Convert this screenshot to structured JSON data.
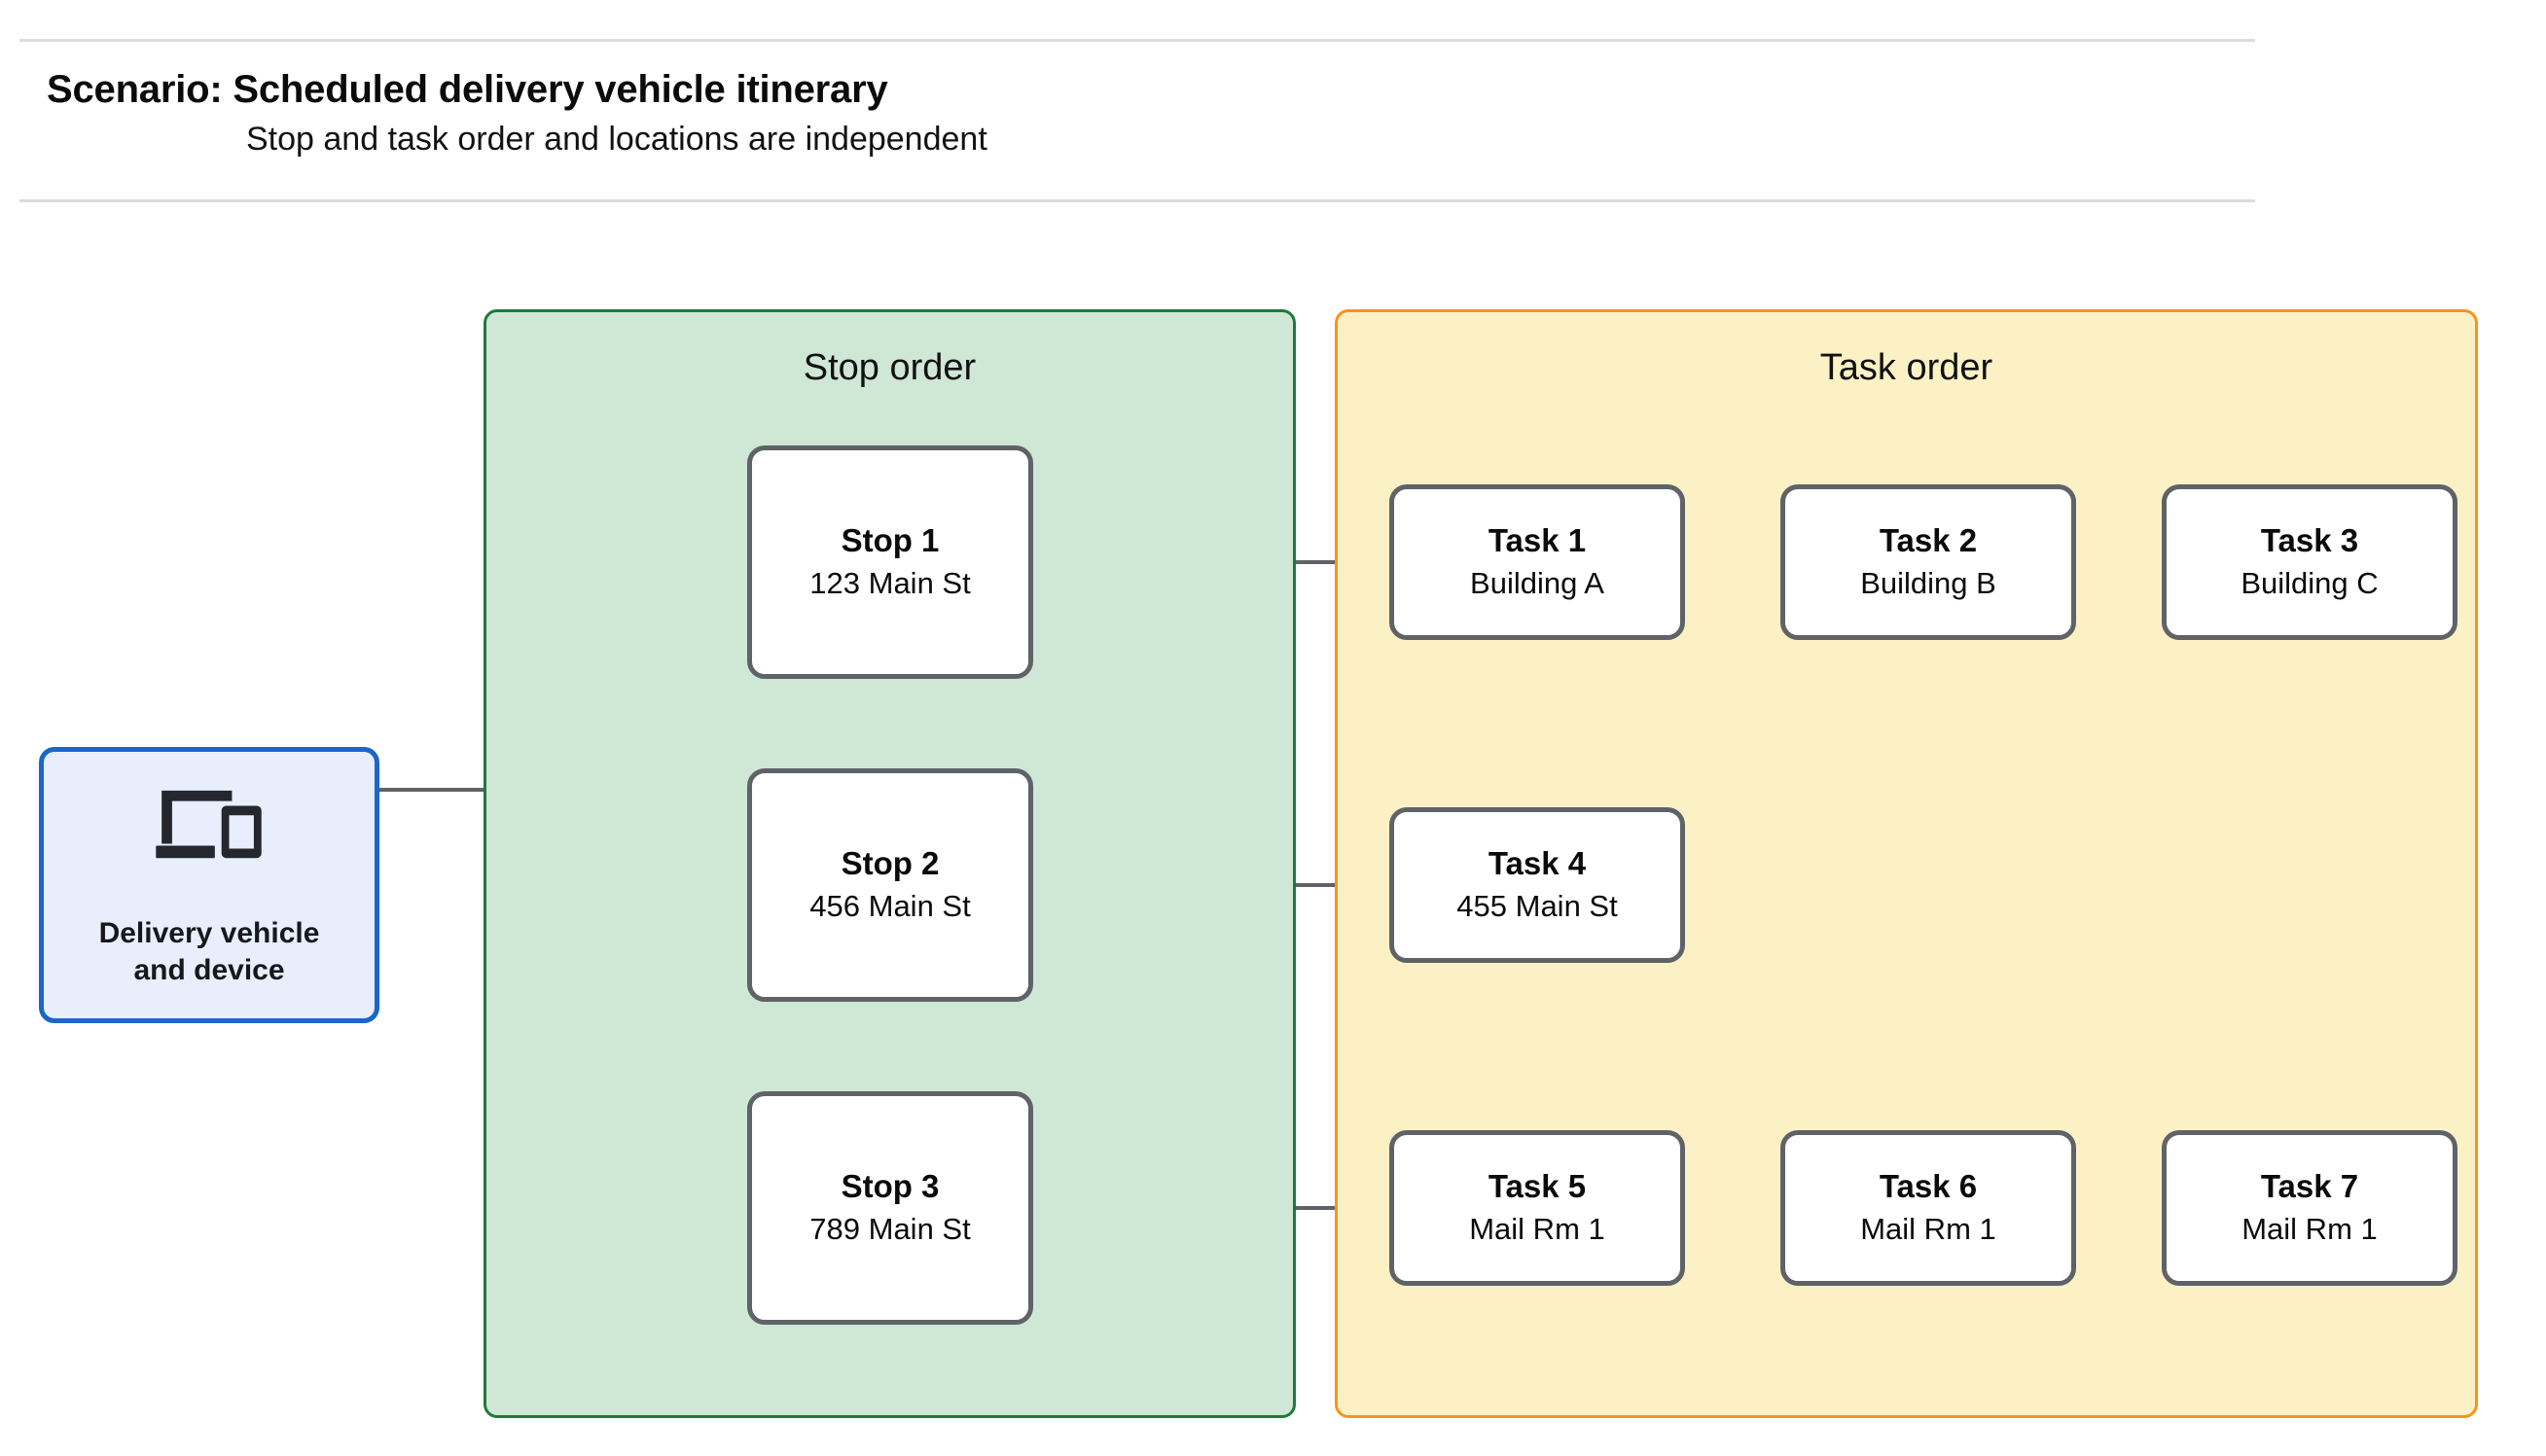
{
  "header": {
    "title": "Scenario: Scheduled delivery vehicle itinerary",
    "subtitle": "Stop and task order and locations are independent"
  },
  "source_node": {
    "label": "Delivery vehicle\nand device",
    "icon": "devices-icon",
    "border_color": "#1a66c9",
    "fill_color": "#e8eefc"
  },
  "groups": {
    "stop": {
      "title": "Stop order",
      "fill_color": "#cfe7d5",
      "border_color": "#1e7a3c"
    },
    "task": {
      "title": "Task order",
      "fill_color": "#fcf1c5",
      "border_color": "#f79322"
    }
  },
  "stops": [
    {
      "title": "Stop 1",
      "location": "123 Main St"
    },
    {
      "title": "Stop 2",
      "location": "456 Main St"
    },
    {
      "title": "Stop 3",
      "location": "789 Main St"
    }
  ],
  "task_rows": [
    [
      {
        "title": "Task 1",
        "location": "Building A"
      },
      {
        "title": "Task 2",
        "location": "Building B"
      },
      {
        "title": "Task 3",
        "location": "Building C"
      }
    ],
    [
      {
        "title": "Task 4",
        "location": "455 Main St"
      }
    ],
    [
      {
        "title": "Task 5",
        "location": "Mail Rm 1"
      },
      {
        "title": "Task 6",
        "location": "Mail Rm 1"
      },
      {
        "title": "Task 7",
        "location": "Mail Rm 1"
      }
    ]
  ],
  "edge_color": "#5f6368"
}
